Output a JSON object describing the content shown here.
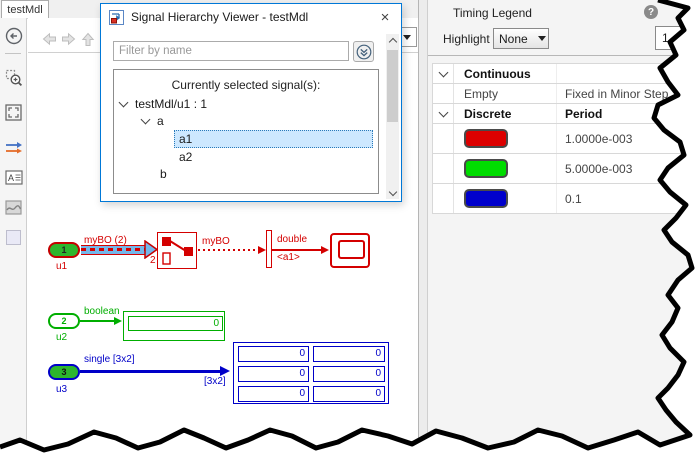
{
  "tab_label": "testMdl",
  "dialog": {
    "title": "Signal Hierarchy Viewer - testMdl",
    "close": "×",
    "filter_placeholder": "Filter by name",
    "tree_header": "Currently selected signal(s):",
    "tree": {
      "root": "testMdl/u1 : 1",
      "node_a": "a",
      "item_a1": "a1",
      "item_a2": "a2",
      "item_b": "b"
    }
  },
  "timing_legend": {
    "title": "Timing Legend",
    "help": "?",
    "highlight_label": "Highlight",
    "highlight_value": "None",
    "torn_button": "1",
    "sections": [
      {
        "name": "Continuous",
        "col2": "",
        "rows": [
          {
            "c1": "Empty",
            "c2": "Fixed in Minor Step"
          }
        ]
      },
      {
        "name": "Discrete",
        "col2": "Period",
        "rows": [
          {
            "color": "#DD0000",
            "c2": "1.0000e-003"
          },
          {
            "color": "#00DD00",
            "c2": "5.0000e-003"
          },
          {
            "color": "#0000CC",
            "c2": "0.1"
          }
        ]
      }
    ]
  },
  "model": {
    "inport1": {
      "num": "1",
      "name": "u1"
    },
    "inport2": {
      "num": "2",
      "name": "u2"
    },
    "inport3": {
      "num": "3",
      "name": "u3"
    },
    "bus_label": "myBO (2)",
    "switch_port": "2",
    "bus_out_label": "myBO",
    "type_label": "double",
    "selected_signal": "<a1>",
    "bool_label": "boolean",
    "display2_value": "0",
    "single_label": "single [3x2]",
    "dims_label": "[3x2]",
    "display3_cells": [
      "0",
      "0",
      "0",
      "0",
      "0",
      "0"
    ]
  },
  "colors": {
    "rate_red": "#D40000",
    "rate_green": "#00AE00",
    "rate_blue": "#0000C8",
    "signal_highlight": "#74B7EA",
    "tree_selection": "#CDE8FF",
    "dialog_border": "#0078D7"
  }
}
